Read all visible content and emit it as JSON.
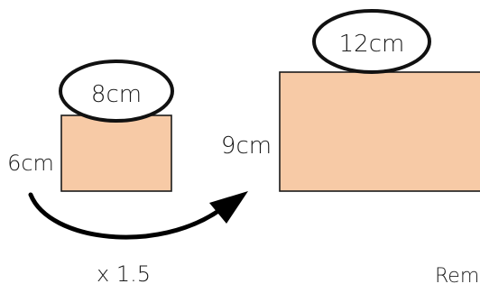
{
  "colors": {
    "shape_fill": "#f7caa6",
    "outline": "#1a1a1a",
    "background": "#ffffff"
  },
  "small_rectangle": {
    "width_label": "8cm",
    "height_label": "6cm"
  },
  "large_rectangle": {
    "width_label": "12cm",
    "height_label": "9cm"
  },
  "scale": {
    "label": "x 1.5",
    "icon": "curved-arrow-icon"
  },
  "footer_text": "Reme"
}
